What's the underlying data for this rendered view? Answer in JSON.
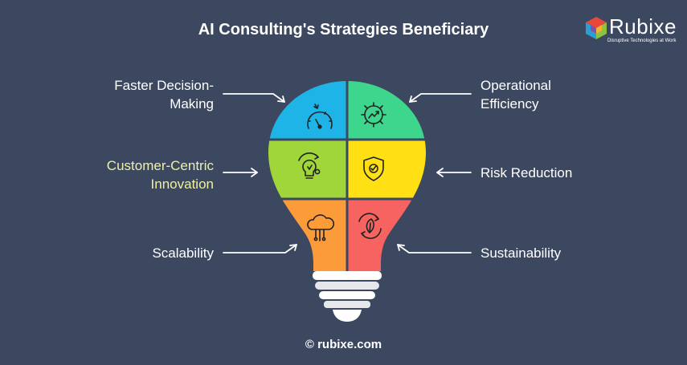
{
  "title": "AI Consulting's Strategies Beneficiary",
  "logo": {
    "name": "Rubixe",
    "tagline": "Disruptive Technologies at Work"
  },
  "labels": {
    "faster_decision_making": "Faster Decision-Making",
    "operational_efficiency": "Operational Efficiency",
    "customer_centric_innovation": "Customer-Centric Innovation",
    "risk_reduction": "Risk Reduction",
    "scalability": "Scalability",
    "sustainability": "Sustainability"
  },
  "footer": "© rubixe.com",
  "colors": {
    "background": "#3c4760",
    "segment_top_left": "#1fb4e8",
    "segment_top_right": "#3ed68c",
    "segment_mid_left": "#a0d63a",
    "segment_mid_right": "#ffe014",
    "segment_bottom_left": "#fb9b3a",
    "segment_bottom_right": "#f76361",
    "highlight_text": "#eef0a6"
  },
  "icons": {
    "top_left": "speedometer-icon",
    "top_right": "gear-chart-icon",
    "mid_left": "lightbulb-idea-icon",
    "mid_right": "shield-check-icon",
    "bottom_left": "cloud-circuit-icon",
    "bottom_right": "leaf-cycle-icon"
  }
}
